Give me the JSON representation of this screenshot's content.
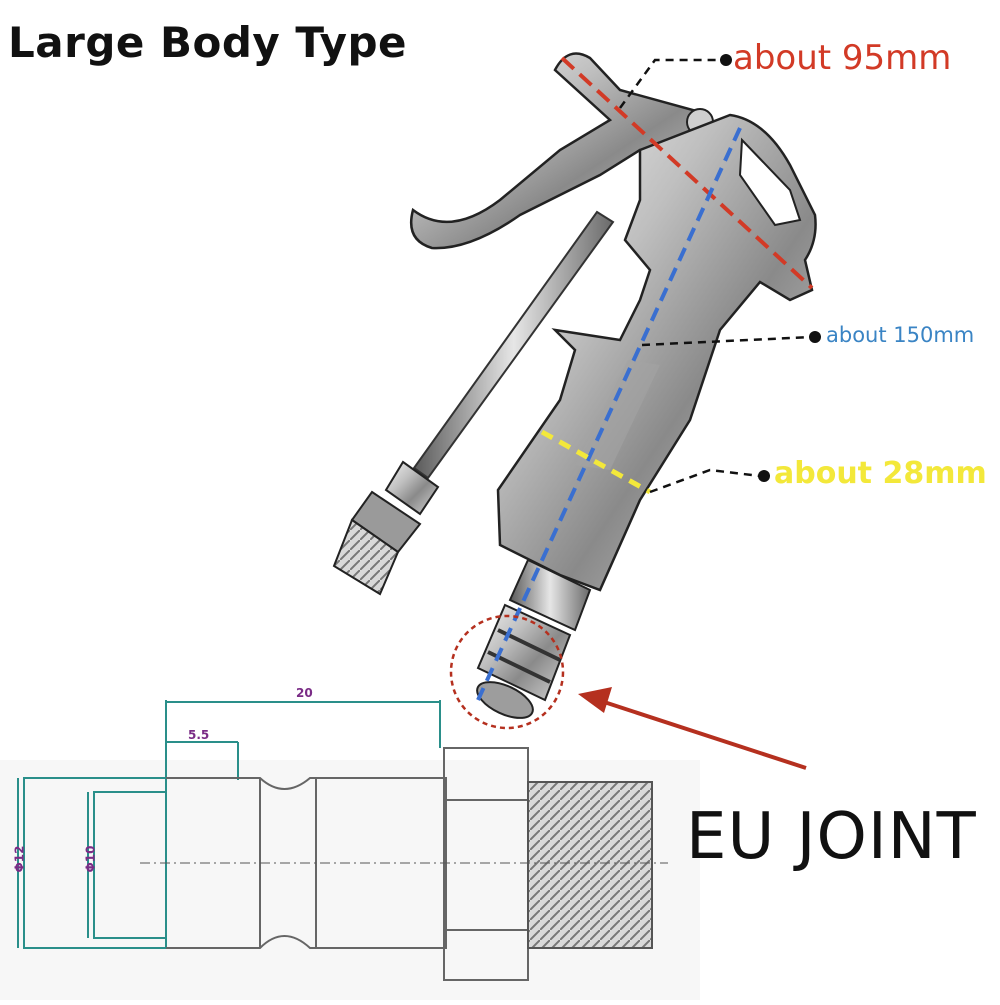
{
  "title": "Large Body Type",
  "annotations": {
    "length_95": "about 95mm",
    "length_150": "about 150mm",
    "width_28": "about 28mm"
  },
  "joint_label": "EU JOINT",
  "drawing": {
    "dim_overall": "20",
    "dim_groove": "5.5",
    "dim_outer_diameter": "Φ12",
    "dim_inner_diameter": "Φ10"
  },
  "colors": {
    "red_measure": "#d23a26",
    "blue_measure": "#3a84c4",
    "yellow_measure": "#f3e83a",
    "drawing_line": "#2a8f8a",
    "arrow": "#b5301f"
  }
}
